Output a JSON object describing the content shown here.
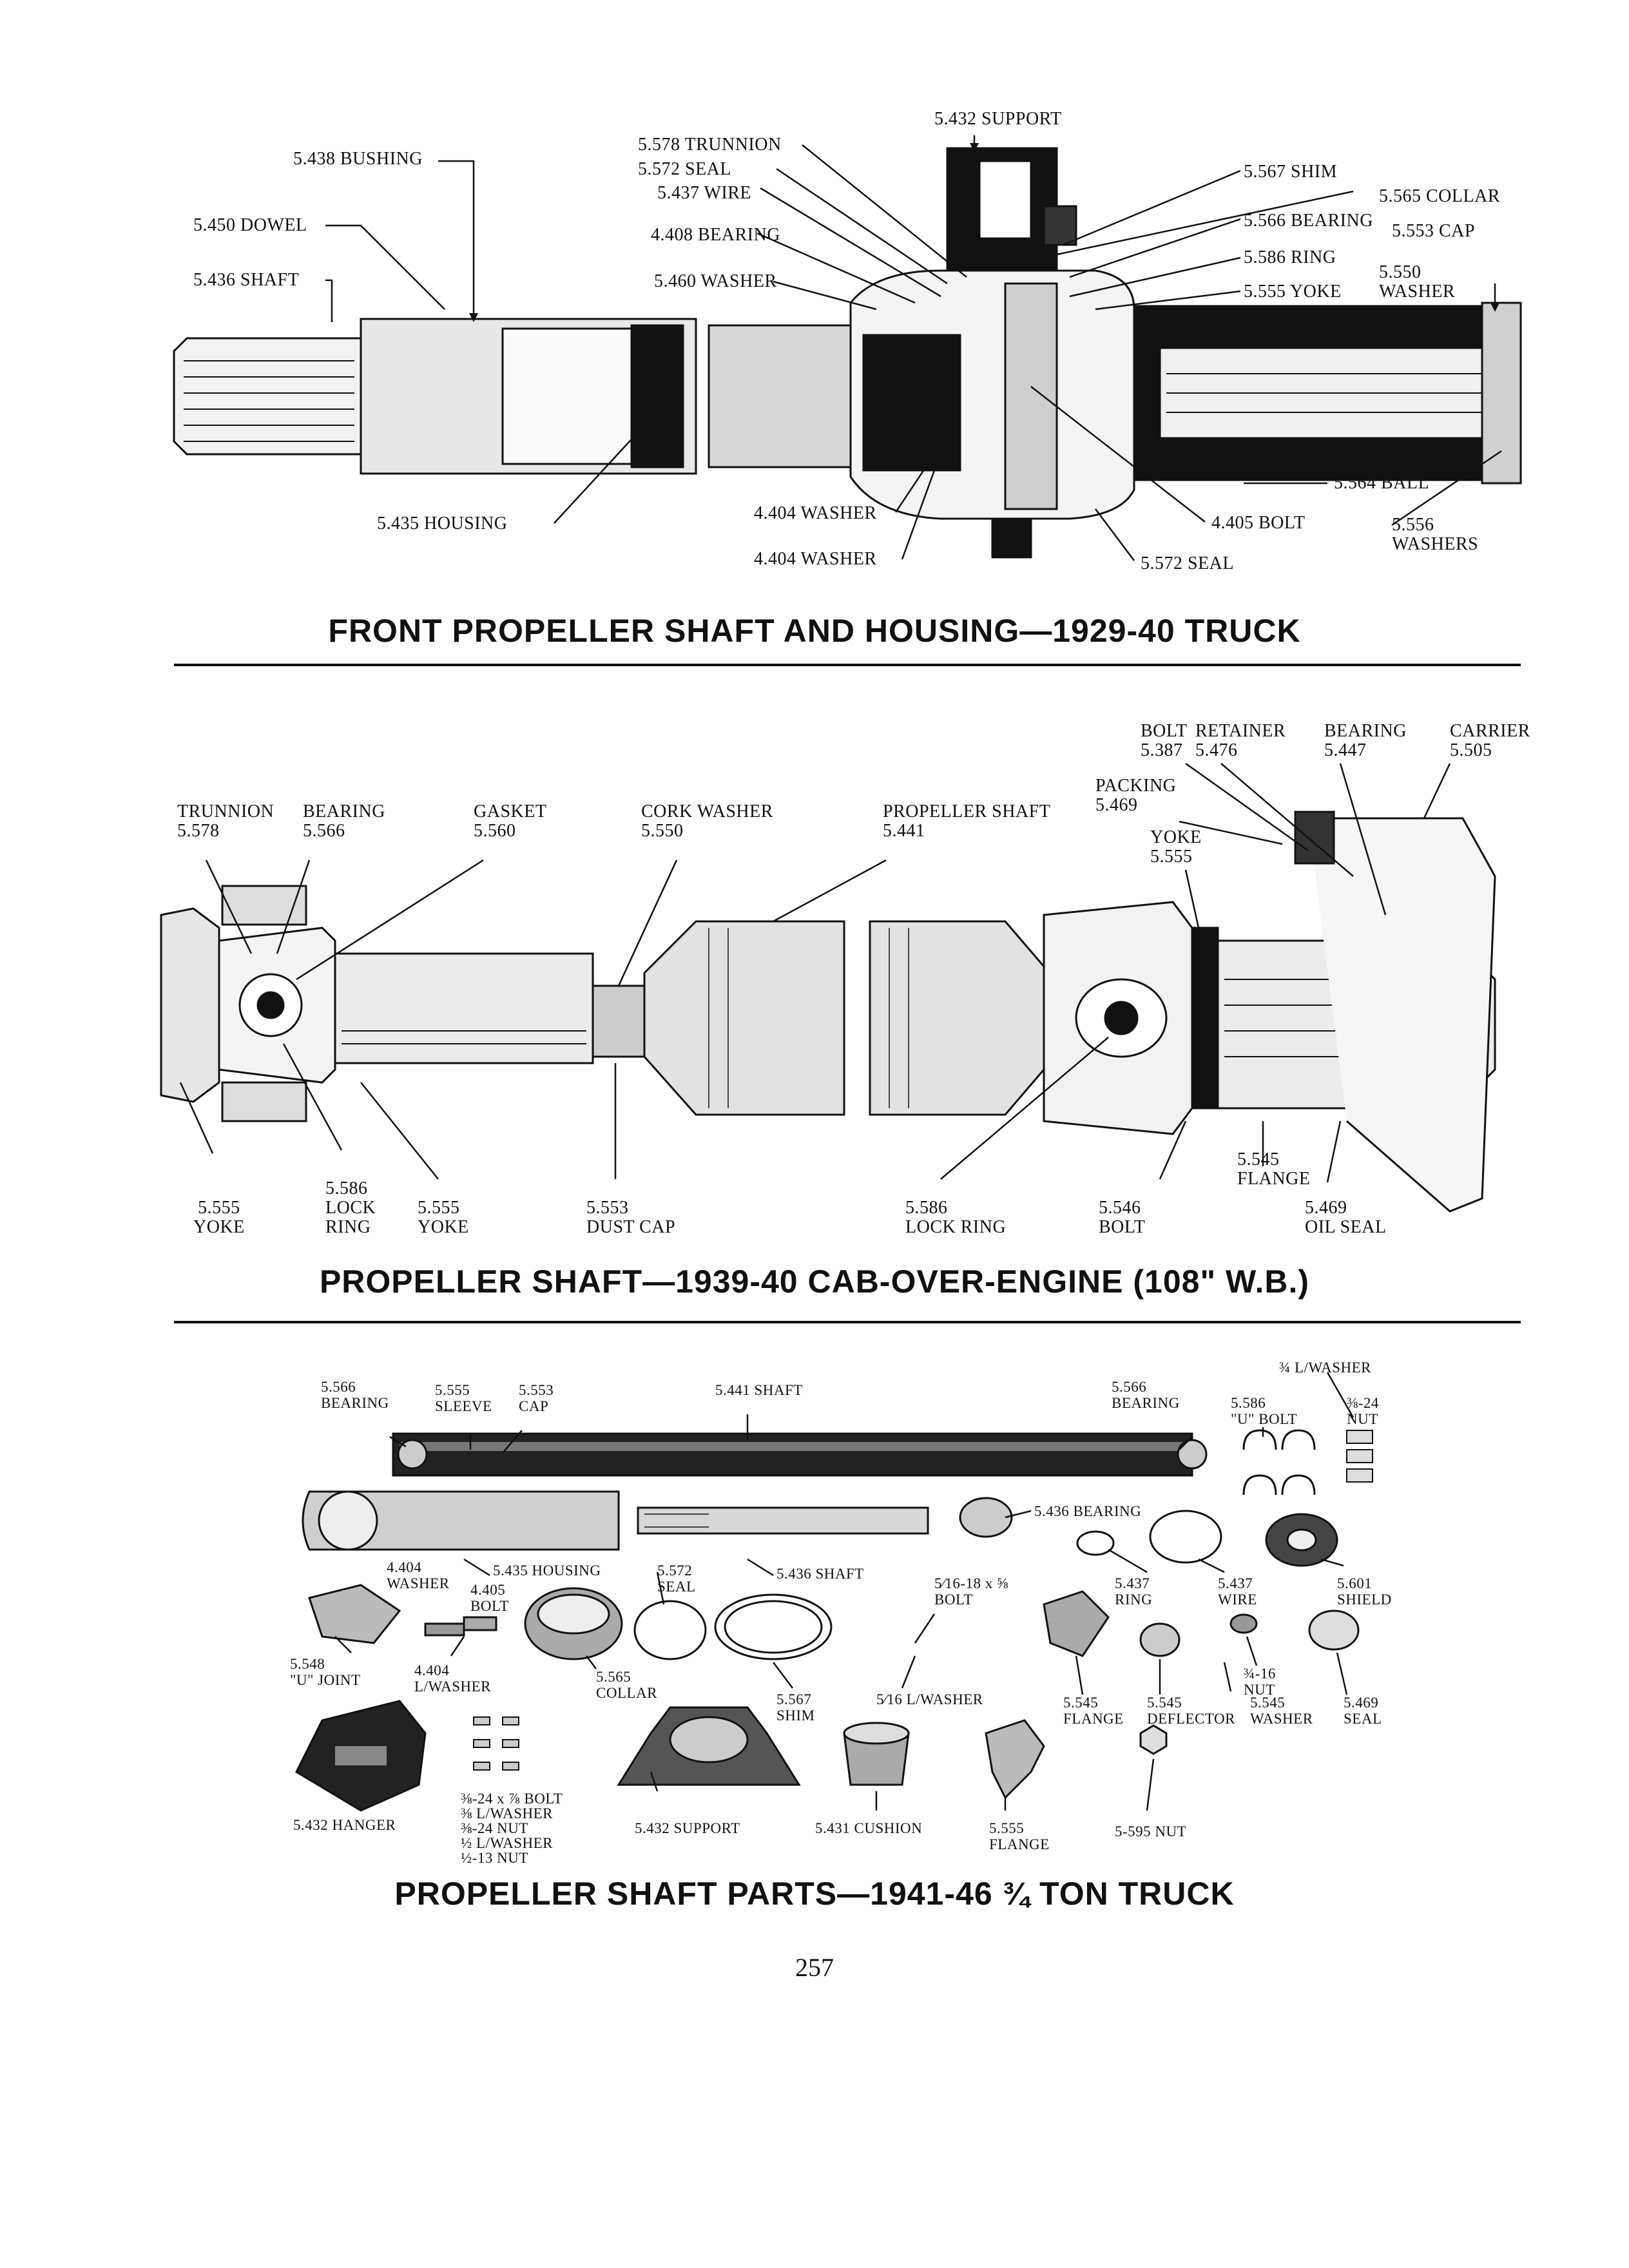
{
  "diagram1": {
    "title": "FRONT PROPELLER SHAFT AND HOUSING—1929-40 TRUCK",
    "labels": {
      "support": "5.432 SUPPORT",
      "bushing": "5.438 BUSHING",
      "trunnion": "5.578 TRUNNION",
      "seal_top": "5.572 SEAL",
      "wire": "5.437 WIRE",
      "bearing": "4.408 BEARING",
      "washer": "5.460 WASHER",
      "dowel": "5.450 DOWEL",
      "shaft": "5.436 SHAFT",
      "shim": "5.567 SHIM",
      "collar": "5.565 COLLAR",
      "bearing_r": "5.566 BEARING",
      "cap": "5.553 CAP",
      "ring": "5.586 RING",
      "yoke": "5.555 YOKE",
      "washer_r": "5.550\nWASHER",
      "housing": "5.435 HOUSING",
      "washer_a": "4.404 WASHER",
      "washer_b": "4.404 WASHER",
      "ball": "5.564 BALL",
      "bolt": "4.405 BOLT",
      "seal_bottom": "5.572 SEAL",
      "washers": "5.556\nWASHERS"
    }
  },
  "diagram2": {
    "title": "PROPELLER SHAFT—1939-40 CAB-OVER-ENGINE (108\" W.B.)",
    "labels": {
      "bolt": "BOLT\n5.387",
      "retainer": "RETAINER\n5.476",
      "bearing_r": "BEARING\n5.447",
      "carrier": "CARRIER\n5.505",
      "packing": "PACKING\n5.469",
      "yoke_r": "YOKE\n5.555",
      "trunnion": "TRUNNION\n5.578",
      "bearing": "BEARING\n5.566",
      "gasket": "GASKET\n5.560",
      "cork_washer": "CORK WASHER\n5.550",
      "propeller_shaft": "PROPELLER SHAFT\n5.441",
      "yoke_a": "5.555\nYOKE",
      "lock_ring_a": "5.586\nLOCK\nRING",
      "yoke_b": "5.555\nYOKE",
      "dust_cap": "5.553\nDUST CAP",
      "lock_ring_b": "5.586\nLOCK RING",
      "bolt_b": "5.546\nBOLT",
      "flange": "5.545\nFLANGE",
      "oil_seal": "5.469\nOIL SEAL"
    }
  },
  "diagram3": {
    "title": "PROPELLER SHAFT PARTS—1941-46 ¾ TON TRUCK",
    "labels": {
      "l_washer_top": "¾ L/WASHER",
      "bearing_a": "5.566\nBEARING",
      "sleeve": "5.555\nSLEEVE",
      "cap": "5.553\nCAP",
      "shaft": "5.441 SHAFT",
      "bearing_b": "5.566\nBEARING",
      "u_bolt": "5.586\n\"U\" BOLT",
      "nut_top": "⅜-24\nNUT",
      "bearing_436": "5.436 BEARING",
      "washer_404": "4.404\nWASHER",
      "housing": "5.435 HOUSING",
      "seal_572": "5.572\nSEAL",
      "shaft_436": "5.436 SHAFT",
      "bolt_405": "4.405\nBOLT",
      "bolt_516": "5⁄16-18 x ⅝\nBOLT",
      "ring_437": "5.437\nRING",
      "wire_437": "5.437\nWIRE",
      "shield": "5.601\nSHIELD",
      "u_joint": "5.548\n\"U\" JOINT",
      "l_washer_404": "4.404\nL/WASHER",
      "collar": "5.565\nCOLLAR",
      "shim": "5.567\nSHIM",
      "l_washer_516": "5⁄16 L/WASHER",
      "flange_545": "5.545\nFLANGE",
      "deflector": "5.545\nDEFLECTOR",
      "nut_34": "¾-16\nNUT",
      "washer_545": "5.545\nWASHER",
      "seal_469": "5.469\nSEAL",
      "hanger": "5.432 HANGER",
      "bolt_list": "⅜-24 x ⅞ BOLT\n⅜ L/WASHER\n⅜-24 NUT\n½ L/WASHER\n½-13 NUT",
      "support": "5.432 SUPPORT",
      "cushion": "5.431 CUSHION",
      "flange_555": "5.555\nFLANGE",
      "nut_595": "5-595 NUT"
    }
  },
  "page_number": "257"
}
